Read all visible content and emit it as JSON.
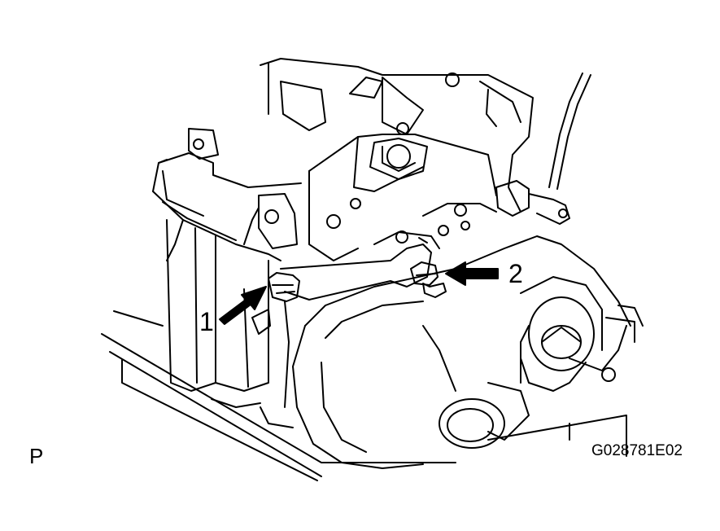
{
  "diagram": {
    "callouts": [
      {
        "id": "1",
        "label": "1"
      },
      {
        "id": "2",
        "label": "2"
      }
    ],
    "corner_mark": "P",
    "figure_code": "G028781E02",
    "colors": {
      "line": "#000000",
      "background": "#ffffff"
    }
  }
}
